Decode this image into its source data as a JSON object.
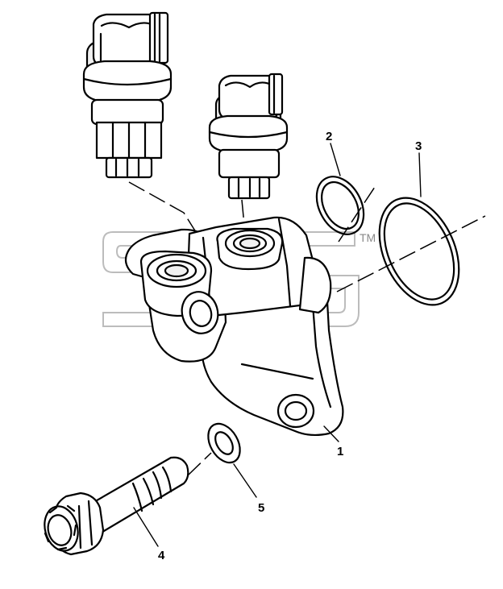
{
  "callouts": [
    {
      "id": "1",
      "label": "1"
    },
    {
      "id": "2",
      "label": "2"
    },
    {
      "id": "3",
      "label": "3"
    },
    {
      "id": "4",
      "label": "4"
    },
    {
      "id": "5",
      "label": "5"
    }
  ],
  "watermark": {
    "text": "SFG",
    "trademark": "TM"
  },
  "colors": {
    "line": "#000000",
    "background": "#ffffff",
    "watermark": "#bcbcbc"
  }
}
